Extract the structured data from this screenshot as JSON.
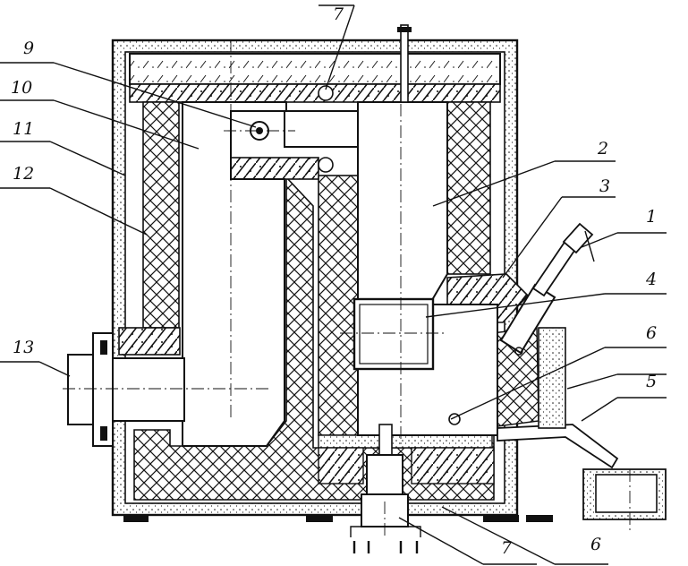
{
  "labels": {
    "l1": "1",
    "l2": "2",
    "l3": "3",
    "l4": "4",
    "l5": "5",
    "l6a": "6",
    "l6b": "6",
    "l7top": "7",
    "l7bot": "7",
    "l8": "9",
    "l10": "10",
    "l11": "11",
    "l12": "12",
    "l13": "13"
  }
}
